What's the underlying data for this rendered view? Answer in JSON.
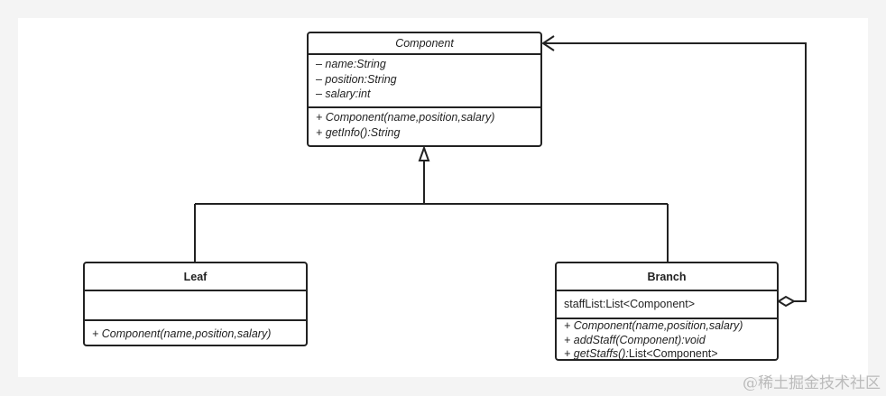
{
  "classes": {
    "component": {
      "name": "Component",
      "attributes": [
        "– name:String",
        "– position:String",
        "– salary:int"
      ],
      "methods": [
        "+ Component(name,position,salary)",
        "+ getInfo():String"
      ]
    },
    "leaf": {
      "name": "Leaf",
      "attributes": [],
      "methods": [
        "+ Component(name,position,salary)"
      ]
    },
    "branch": {
      "name": "Branch",
      "attributes": [
        "staffList:List<Component>"
      ],
      "methods": [
        "+ Component(name,position,salary)",
        "+ addStaff(Component):void"
      ],
      "method_last_italic": "+ getStaffs():",
      "method_last_plain": "List<Component>"
    }
  },
  "relations": [
    {
      "type": "inheritance",
      "from": "Leaf",
      "to": "Component"
    },
    {
      "type": "inheritance",
      "from": "Branch",
      "to": "Component"
    },
    {
      "type": "aggregation",
      "from": "Branch",
      "to": "Component"
    }
  ],
  "watermark": "@稀土掘金技术社区"
}
